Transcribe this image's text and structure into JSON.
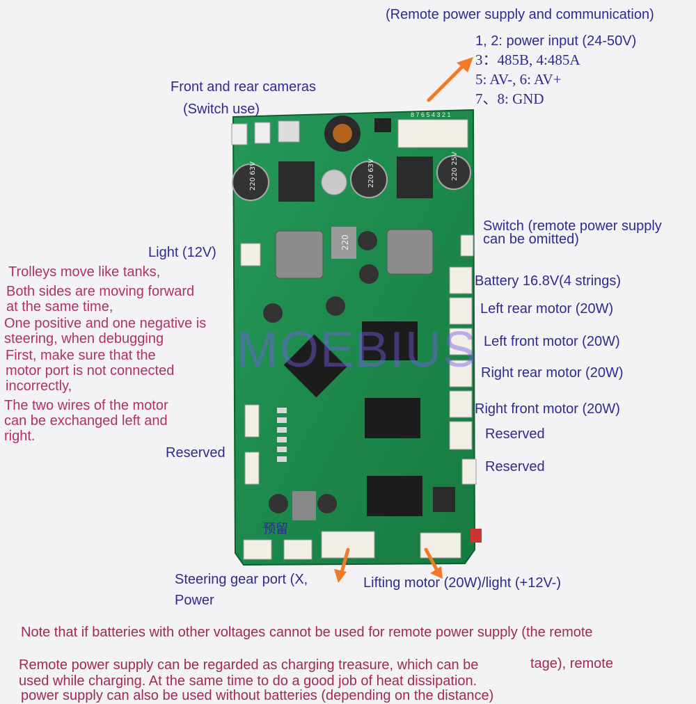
{
  "top": {
    "remote_title": "(Remote power supply and communication)",
    "pins": [
      "1, 2: power input (24-50V)",
      "3：485B,    4:485A",
      "5: AV-,     6: AV+",
      "7、8: GND"
    ]
  },
  "cameras": {
    "line1": "Front and rear cameras",
    "line2": "(Switch use)"
  },
  "left_labels": {
    "light": "Light (12V)",
    "reserved": "Reserved"
  },
  "tank_note": [
    "Trolleys move like tanks,",
    "Both sides are moving forward",
    "at the same time,",
    "One positive and one negative is",
    "steering, when debugging",
    "First, make sure that the",
    "motor port is not connected",
    "incorrectly,",
    "The two wires of the motor",
    "can be exchanged left and",
    "right."
  ],
  "right_labels": {
    "switch_line1": "Switch (remote power supply",
    "switch_line2": "can be omitted)",
    "battery": "Battery 16.8V(4 strings)",
    "left_rear": "Left rear motor (20W)",
    "left_front": "Left front motor (20W)",
    "right_rear": "Right rear motor (20W)",
    "right_front": "Right front motor (20W)",
    "reserved1": "Reserved",
    "reserved2": "Reserved"
  },
  "bottom_labels": {
    "steering1": "Steering gear port (X,",
    "steering2": "Power",
    "lifting": "Lifting motor (20W)/light (+12V-)",
    "reserved_cn": "预留"
  },
  "footer": {
    "line1": "Note that if batteries with other voltages cannot be used for remote power supply (the remote",
    "line2a": "Remote power supply can be regarded as charging treasure, which can be",
    "line2b": "tage), remote",
    "line3": "used while charging. At the same time to do a good job of heat dissipation.",
    "line4": "power supply can also be used without batteries (depending on the distance)"
  },
  "watermark": "MOEBIUS",
  "silk": {
    "cap1": "220\n63V",
    "cap2": "220\n63V",
    "cap3": "220\n25V",
    "inductor": "220",
    "pin_numbers": "8 7 6 5 4 3 2 1"
  },
  "colors": {
    "board": "#1f8a4a",
    "label_blue": "#2f2a8f",
    "note_red": "#b0306a",
    "arrow": "#f07a2a"
  }
}
